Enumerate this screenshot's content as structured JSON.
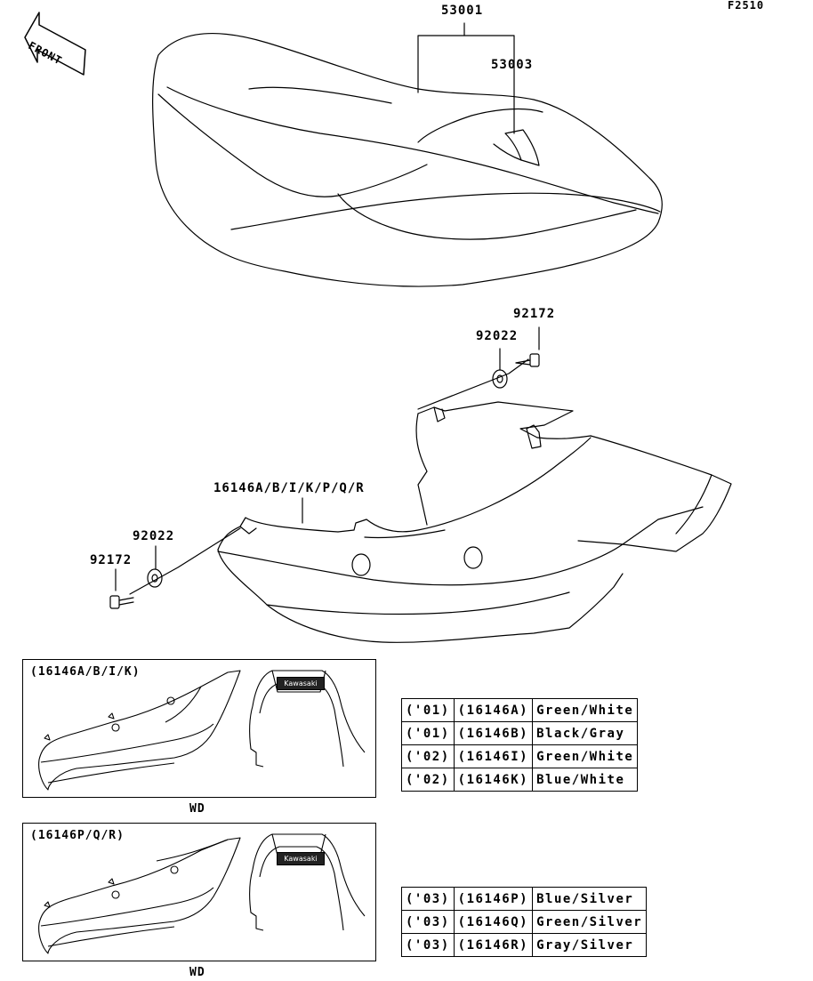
{
  "figure_code": "F2510",
  "front_arrow": {
    "label": "FRONT",
    "icon": "front-direction-arrow-icon"
  },
  "parts": {
    "seat": "53001",
    "seat_sub": "53003",
    "bolt_top": "92172",
    "washer_top": "92022",
    "side_cover": "16146A/B/I/K/P/Q/R",
    "washer_left": "92022",
    "bolt_left": "92172"
  },
  "detail_panels": [
    {
      "title": "(16146A/B/I/K)",
      "footnote": "WD",
      "emblem_text": "Kawasaki"
    },
    {
      "title": "(16146P/Q/R)",
      "footnote": "WD",
      "emblem_text": "Kawasaki"
    }
  ],
  "variant_tables": [
    {
      "rows": [
        {
          "year": "('01)",
          "part": "(16146A)",
          "color": "Green/White"
        },
        {
          "year": "('01)",
          "part": "(16146B)",
          "color": "Black/Gray"
        },
        {
          "year": "('02)",
          "part": "(16146I)",
          "color": "Green/White"
        },
        {
          "year": "('02)",
          "part": "(16146K)",
          "color": "Blue/White"
        }
      ]
    },
    {
      "rows": [
        {
          "year": "('03)",
          "part": "(16146P)",
          "color": "Blue/Silver"
        },
        {
          "year": "('03)",
          "part": "(16146Q)",
          "color": "Green/Silver"
        },
        {
          "year": "('03)",
          "part": "(16146R)",
          "color": "Gray/Silver"
        }
      ]
    }
  ]
}
